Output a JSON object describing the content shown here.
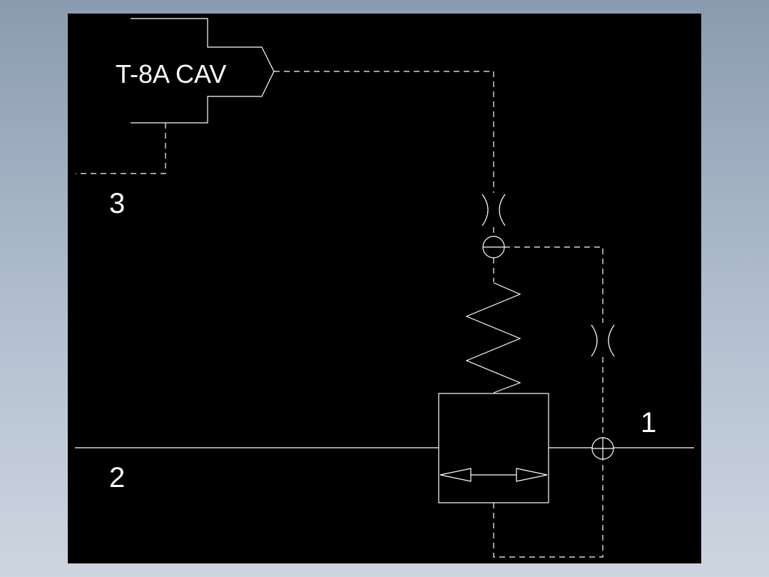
{
  "cavity_label": "T-8A CAV",
  "ports": {
    "port_1": "1",
    "port_2": "2",
    "port_3": "3"
  },
  "colors": {
    "background_gradient_top": "#8a9bb0",
    "background_gradient_bottom": "#cdd5e0",
    "drawing_area": "#000000",
    "lines": "#ffffff"
  }
}
